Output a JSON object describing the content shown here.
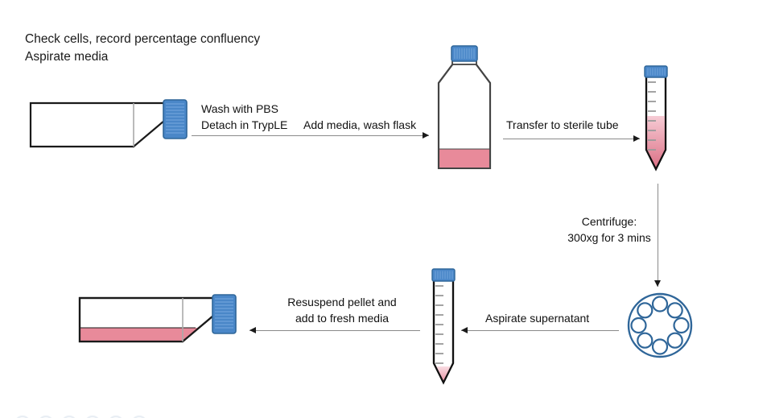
{
  "diagram": {
    "title_lines": [
      "Check cells, record percentage confluency",
      "Aspirate media"
    ],
    "colors": {
      "media_pink": "#e88a9a",
      "media_pink_light": "#f6c9d2",
      "cap_blue": "#4a87c8",
      "cap_blue_dark": "#3a6ea5",
      "rotor_blue": "#2f6699",
      "outline": "#1a1a1a",
      "arrow_shaft": "#8a8a8a",
      "divider_gray": "#aaaaaa"
    },
    "steps": [
      {
        "id": "wash-detach",
        "lines": [
          "Wash with PBS",
          "Detach in TrypLE"
        ],
        "direction": "right"
      },
      {
        "id": "add-media",
        "lines": [
          "Add media, wash flask"
        ],
        "direction": "right"
      },
      {
        "id": "transfer-tube",
        "lines": [
          "Transfer to sterile tube"
        ],
        "direction": "right"
      },
      {
        "id": "centrifuge",
        "lines": [
          "Centrifuge:",
          "300xg for 3 mins"
        ],
        "direction": "down"
      },
      {
        "id": "aspirate-supernatant",
        "lines": [
          "Aspirate supernatant"
        ],
        "direction": "left"
      },
      {
        "id": "resuspend",
        "lines": [
          "Resuspend pellet and",
          "add to fresh media"
        ],
        "direction": "left"
      }
    ],
    "vessels": {
      "flask_start": {
        "name": "culture-flask-horizontal-empty",
        "has_media": false
      },
      "flask_upright": {
        "name": "culture-flask-upright",
        "has_media": true
      },
      "tube_full": {
        "name": "centrifuge-tube-filled",
        "graduations": 8,
        "has_media": true
      },
      "rotor": {
        "name": "centrifuge-rotor",
        "buckets": 8
      },
      "tube_pellet": {
        "name": "centrifuge-tube-pellet",
        "graduations": 9,
        "has_pellet": true
      },
      "flask_end": {
        "name": "culture-flask-horizontal-seeded",
        "has_media": true
      }
    }
  }
}
